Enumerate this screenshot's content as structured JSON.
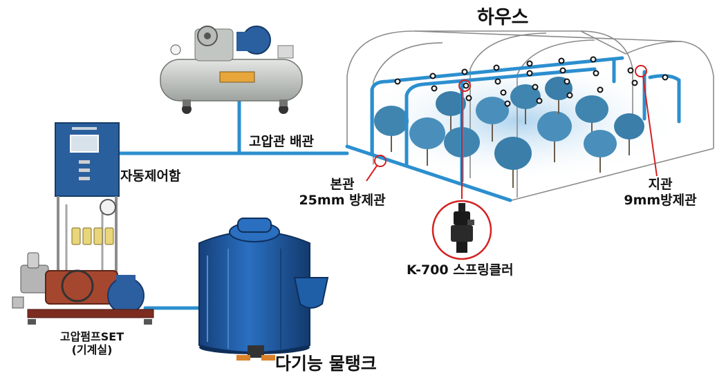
{
  "labels": {
    "house": "하우스",
    "high_pressure_pipe": "고압관 배관",
    "control_box": "자동제어함",
    "main_pipe_line1": "본관",
    "main_pipe_line2": "25mm 방제관",
    "branch_pipe_line1": "지관",
    "branch_pipe_line2": "9mm방제관",
    "sprinkler": "K-700 스프링클러",
    "pump_line1": "고압펌프SET",
    "pump_line2": "(기계실)",
    "tank": "다기능 물탱크"
  },
  "colors": {
    "pipe": "#2c8fcf",
    "highlight_circle": "#d42020",
    "tank": "#1f5fa8",
    "compressor": "#c9ccc8",
    "cabinet": "#2a5f9e",
    "tree": "#3f85b0",
    "greenhouse_frame": "#8a8a8a"
  }
}
